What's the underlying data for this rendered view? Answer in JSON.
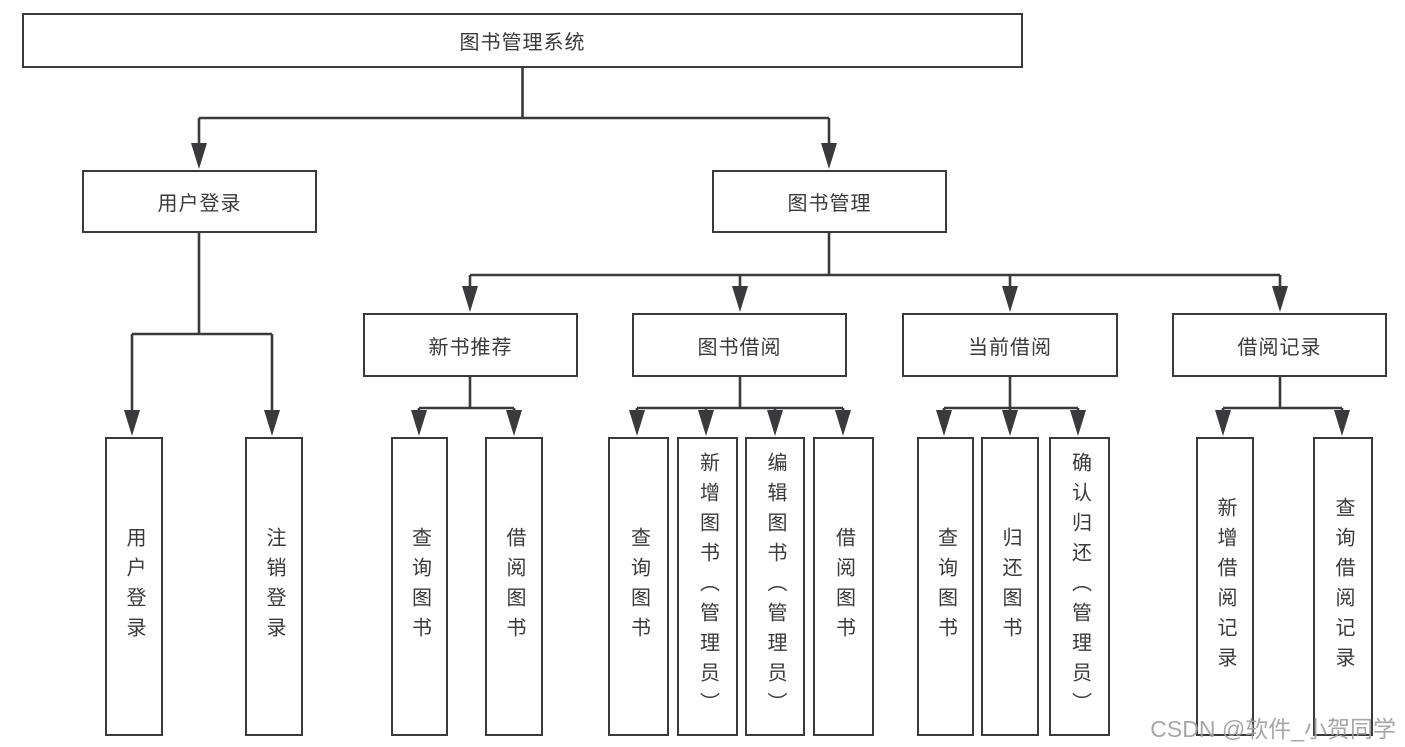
{
  "colors": {
    "line": "#3a3a3c",
    "text": "#3a3a3c",
    "watermark": "#a0a0a2",
    "background": "#ffffff"
  },
  "watermark": {
    "text": "CSDN @软件_小贺同学"
  },
  "tree": {
    "root": {
      "label": "图书管理系统",
      "children": [
        {
          "label": "用户登录",
          "children": [
            {
              "label": "用户登录"
            },
            {
              "label": "注销登录"
            }
          ]
        },
        {
          "label": "图书管理",
          "children": [
            {
              "label": "新书推荐",
              "children": [
                {
                  "label": "查询图书"
                },
                {
                  "label": "借阅图书"
                }
              ]
            },
            {
              "label": "图书借阅",
              "children": [
                {
                  "label": "查询图书"
                },
                {
                  "label": "新增图书（管理员）"
                },
                {
                  "label": "编辑图书（管理员）"
                },
                {
                  "label": "借阅图书"
                }
              ]
            },
            {
              "label": "当前借阅",
              "children": [
                {
                  "label": "查询图书"
                },
                {
                  "label": "归还图书"
                },
                {
                  "label": "确认归还（管理员）"
                }
              ]
            },
            {
              "label": "借阅记录",
              "children": [
                {
                  "label": "新增借阅记录"
                },
                {
                  "label": "查询借阅记录"
                }
              ]
            }
          ]
        }
      ]
    }
  }
}
